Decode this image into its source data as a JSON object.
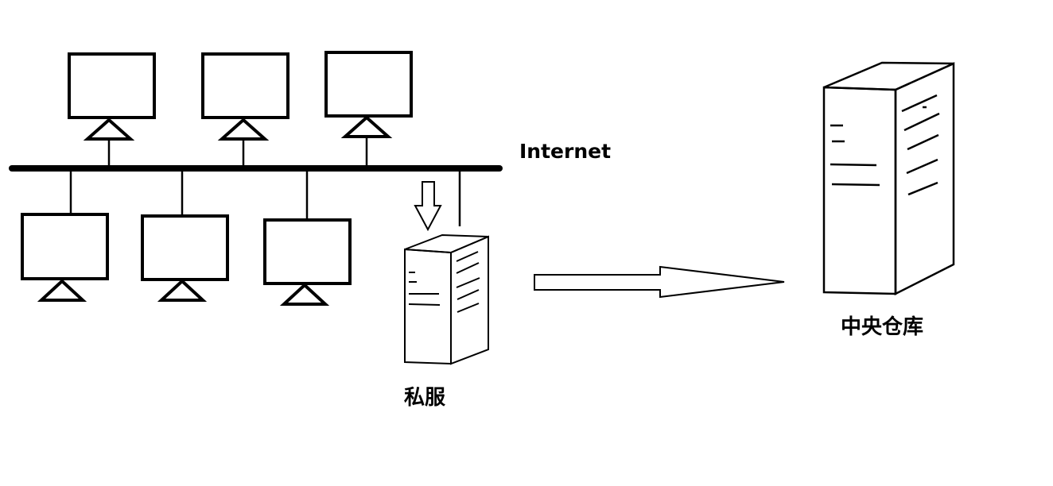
{
  "labels": {
    "network": "Internet",
    "private_server": "私服",
    "central_repository": "中央仓库"
  },
  "colors": {
    "stroke": "#000000",
    "background": "#ffffff"
  }
}
